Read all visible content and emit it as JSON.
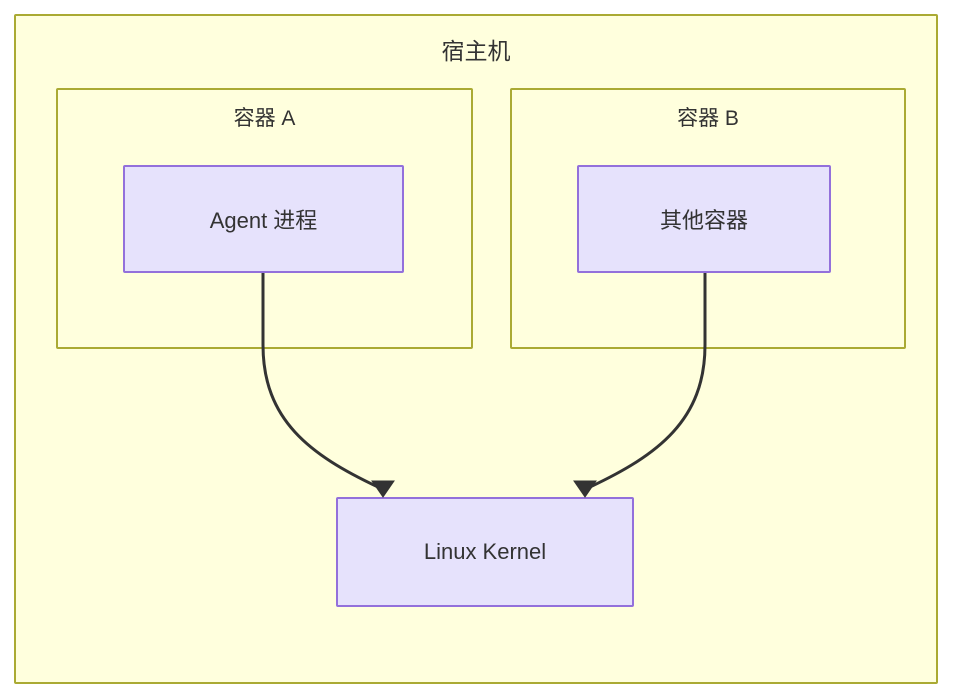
{
  "diagram": {
    "title": "宿主机",
    "background_color": "#ffffdd",
    "border_color": "#aaaa33",
    "node_fill_color": "#e6e2fc",
    "node_border_color": "#9370db",
    "edge_color": "#333333",
    "text_color": "#333333",
    "containers": [
      {
        "id": "container-a",
        "label": "容器 A",
        "node": {
          "id": "node-agent",
          "label": "Agent 进程"
        }
      },
      {
        "id": "container-b",
        "label": "容器 B",
        "node": {
          "id": "node-other",
          "label": "其他容器"
        }
      }
    ],
    "kernel": {
      "id": "node-kernel",
      "label": "Linux Kernel"
    },
    "edges": [
      {
        "from": "Agent 进程",
        "to": "Linux Kernel",
        "arrowhead": "filled-triangle"
      },
      {
        "from": "其他容器",
        "to": "Linux Kernel",
        "arrowhead": "filled-triangle"
      }
    ]
  }
}
